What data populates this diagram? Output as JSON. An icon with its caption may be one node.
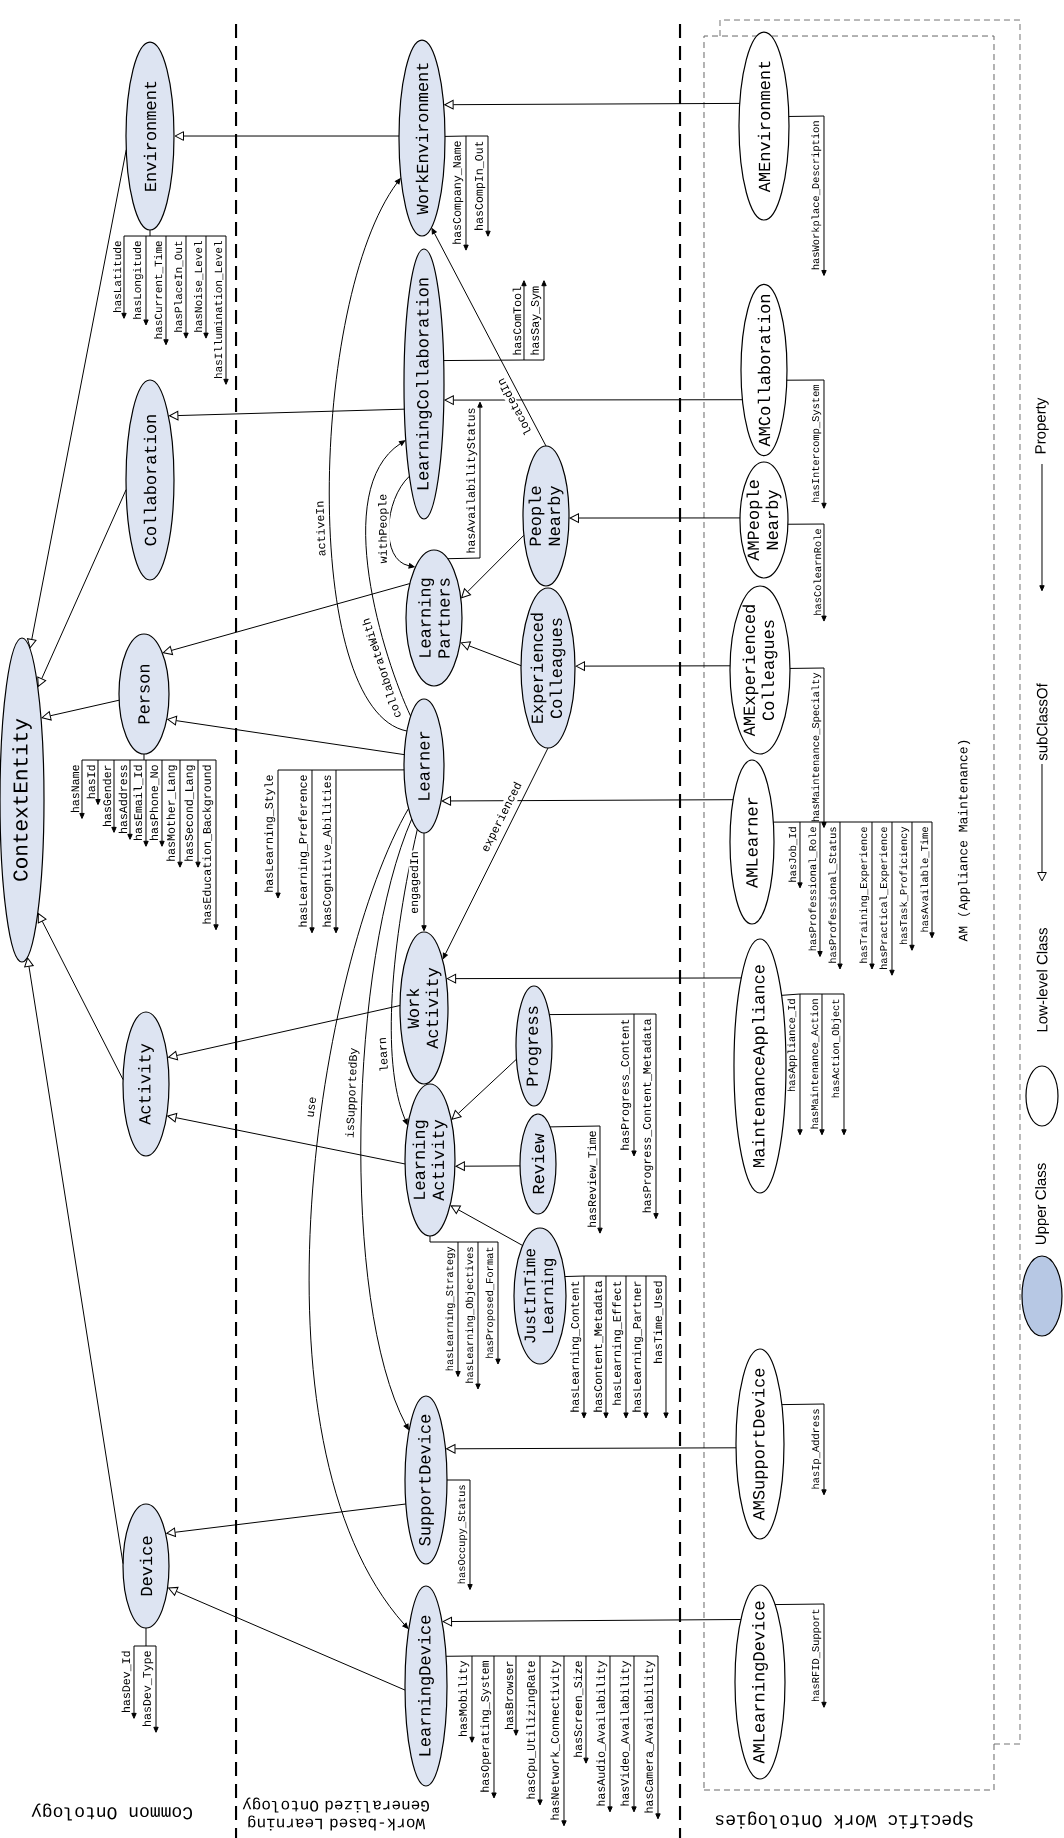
{
  "diagram": {
    "nodes": [
      {
        "text": [
          "ContextEntity"
        ]
      },
      {
        "text": [
          "Environment"
        ]
      },
      {
        "text": [
          "Collaboration"
        ]
      },
      {
        "text": [
          "Person"
        ]
      },
      {
        "text": [
          "Activity"
        ]
      },
      {
        "text": [
          "Device"
        ]
      },
      {
        "text": [
          "WorkEnvironment"
        ]
      },
      {
        "text": [
          "LearningCollaboration"
        ]
      },
      {
        "text": [
          "Learning Partners"
        ]
      },
      {
        "text": [
          "Learner"
        ]
      },
      {
        "text": [
          "People Nearby"
        ]
      },
      {
        "text": [
          "Experienced Colleagues"
        ]
      },
      {
        "text": [
          "Work Activity"
        ]
      },
      {
        "text": [
          "Learning Activity"
        ]
      },
      {
        "text": [
          "Progress"
        ]
      },
      {
        "text": [
          "Review"
        ]
      },
      {
        "text": [
          "JustInTime Learning"
        ]
      },
      {
        "text": [
          "SupportDevice"
        ]
      },
      {
        "text": [
          "LearningDevice"
        ]
      },
      {
        "text": [
          "AM (Appliance Maintenance)"
        ]
      },
      {
        "text": [
          "AMEnvironment"
        ],
        "in": 19
      },
      {
        "text": [
          "AMCollaboration"
        ],
        "in": 19
      },
      {
        "text": [
          "AMPeople Nearby"
        ],
        "in": 19
      },
      {
        "text": [
          "AMExperienced Colleagues"
        ],
        "in": 19
      },
      {
        "text": [
          "AMLearner"
        ],
        "in": 19
      },
      {
        "text": [
          "MaintenanceAppliance"
        ],
        "in": 19
      },
      {
        "text": [
          "AMSupportDevice"
        ],
        "in": 19
      },
      {
        "text": [
          "AMLearningDevice"
        ],
        "in": 19
      }
    ],
    "edges": [
      {
        "from": 1,
        "to": 0,
        "arrow": "to"
      },
      {
        "from": 2,
        "to": 0,
        "arrow": "to"
      },
      {
        "from": 3,
        "to": 0,
        "arrow": "to"
      },
      {
        "from": 4,
        "to": 0,
        "arrow": "to"
      },
      {
        "from": 5,
        "to": 0,
        "arrow": "to"
      },
      {
        "from": 6,
        "to": 1,
        "arrow": "to"
      },
      {
        "from": 7,
        "to": 2,
        "arrow": "to"
      },
      {
        "from": 8,
        "to": 3,
        "arrow": "to"
      },
      {
        "from": 9,
        "to": 3,
        "arrow": "to"
      },
      {
        "from": 12,
        "to": 4,
        "arrow": "to"
      },
      {
        "from": 13,
        "to": 4,
        "arrow": "to"
      },
      {
        "from": 17,
        "to": 5,
        "arrow": "to"
      },
      {
        "from": 18,
        "to": 5,
        "arrow": "to"
      },
      {
        "from": 10,
        "to": 8,
        "arrow": "to"
      },
      {
        "from": 11,
        "to": 8,
        "arrow": "to"
      },
      {
        "from": 14,
        "to": 13,
        "arrow": "to"
      },
      {
        "from": 15,
        "to": 13,
        "arrow": "to"
      },
      {
        "from": 16,
        "to": 13,
        "arrow": "to"
      },
      {
        "from": 20,
        "to": 6,
        "arrow": "to"
      },
      {
        "from": 21,
        "to": 7,
        "arrow": "to"
      },
      {
        "from": 22,
        "to": 10,
        "arrow": "to"
      },
      {
        "from": 23,
        "to": 11,
        "arrow": "to"
      },
      {
        "from": 24,
        "to": 9,
        "arrow": "to"
      },
      {
        "from": 25,
        "to": 12,
        "arrow": "to"
      },
      {
        "from": 26,
        "to": 17,
        "arrow": "to"
      },
      {
        "from": 27,
        "to": 18,
        "arrow": "to"
      },
      {
        "from": 9,
        "to": 6,
        "arrow": "to",
        "label": "activeIn"
      },
      {
        "from": 9,
        "to": 7,
        "arrow": "to",
        "label": "collaborateWith"
      },
      {
        "from": 7,
        "to": 8,
        "arrow": "to",
        "label": "withPeople"
      },
      {
        "from": 10,
        "to": 6,
        "arrow": "to",
        "label": "locatedIn"
      },
      {
        "from": 9,
        "to": 18,
        "arrow": "to",
        "label": "use"
      },
      {
        "from": 9,
        "to": 17,
        "arrow": "to",
        "label": "isSupportedBy"
      },
      {
        "from": 9,
        "to": 13,
        "arrow": "to",
        "label": "learn"
      },
      {
        "from": 9,
        "to": 12,
        "arrow": "to",
        "label": "engagedIn"
      },
      {
        "from": 11,
        "to": 12,
        "arrow": "to",
        "label": "experienced"
      },
      {
        "from": 1,
        "to": null,
        "arrow": "to",
        "label": "hasLatitude"
      },
      {
        "from": 1,
        "to": null,
        "arrow": "to",
        "label": "hasLongitude"
      },
      {
        "from": 1,
        "to": null,
        "arrow": "to",
        "label": "hasCurrent_Time"
      },
      {
        "from": 1,
        "to": null,
        "arrow": "to",
        "label": "hasPlaceIn_Out"
      },
      {
        "from": 1,
        "to": null,
        "arrow": "to",
        "label": "hasNoise_Level"
      },
      {
        "from": 1,
        "to": null,
        "arrow": "to",
        "label": "hasIllumination_Level"
      },
      {
        "from": 3,
        "to": null,
        "arrow": "to",
        "label": "hasName"
      },
      {
        "from": 3,
        "to": null,
        "arrow": "to",
        "label": "hasId"
      },
      {
        "from": 3,
        "to": null,
        "arrow": "to",
        "label": "hasGender"
      },
      {
        "from": 3,
        "to": null,
        "arrow": "to",
        "label": "hasAddress"
      },
      {
        "from": 3,
        "to": null,
        "arrow": "to",
        "label": "hasEmail_Id"
      },
      {
        "from": 3,
        "to": null,
        "arrow": "to",
        "label": "hasPhone_No"
      },
      {
        "from": 3,
        "to": null,
        "arrow": "to",
        "label": "hasMother_Lang"
      },
      {
        "from": 3,
        "to": null,
        "arrow": "to",
        "label": "hasSecond_Lang"
      },
      {
        "from": 3,
        "to": null,
        "arrow": "to",
        "label": "hasEducation_Background"
      },
      {
        "from": 5,
        "to": null,
        "arrow": "to",
        "label": "hasDev_Id"
      },
      {
        "from": 5,
        "to": null,
        "arrow": "to",
        "label": "hasDev_Type"
      },
      {
        "from": 6,
        "to": null,
        "arrow": "to",
        "label": "hasCompany_Name"
      },
      {
        "from": 6,
        "to": null,
        "arrow": "to",
        "label": "hasCompIn_Out"
      },
      {
        "from": 7,
        "to": null,
        "arrow": "to",
        "label": "hasComTool"
      },
      {
        "from": 7,
        "to": null,
        "arrow": "to",
        "label": "hasSay_Sym"
      },
      {
        "from": 8,
        "to": null,
        "arrow": "to",
        "label": "hasAvailabilityStatus"
      },
      {
        "from": 9,
        "to": null,
        "arrow": "to",
        "label": "hasLearning_Style"
      },
      {
        "from": 9,
        "to": null,
        "arrow": "to",
        "label": "hasLearning_Preference"
      },
      {
        "from": 9,
        "to": null,
        "arrow": "to",
        "label": "hasCognitive_Abilities"
      },
      {
        "from": 13,
        "to": null,
        "arrow": "to",
        "label": "hasLearning_Strategy"
      },
      {
        "from": 13,
        "to": null,
        "arrow": "to",
        "label": "hasLearning_Objectives"
      },
      {
        "from": 13,
        "to": null,
        "arrow": "to",
        "label": "hasProposed_Format"
      },
      {
        "from": 14,
        "to": null,
        "arrow": "to",
        "label": "hasProgress_Content"
      },
      {
        "from": 14,
        "to": null,
        "arrow": "to",
        "label": "hasProgress_Content_Metadata"
      },
      {
        "from": 15,
        "to": null,
        "arrow": "to",
        "label": "hasReview_Time"
      },
      {
        "from": 16,
        "to": null,
        "arrow": "to",
        "label": "hasLearning_Content"
      },
      {
        "from": 16,
        "to": null,
        "arrow": "to",
        "label": "hasContent_Metadata"
      },
      {
        "from": 16,
        "to": null,
        "arrow": "to",
        "label": "hasLearning_Effect"
      },
      {
        "from": 16,
        "to": null,
        "arrow": "to",
        "label": "hasLearning_Partner"
      },
      {
        "from": 16,
        "to": null,
        "arrow": "to",
        "label": "hasTime_Used"
      },
      {
        "from": 17,
        "to": null,
        "arrow": "to",
        "label": "hasOccupy_Status"
      },
      {
        "from": 18,
        "to": null,
        "arrow": "to",
        "label": "hasMobility"
      },
      {
        "from": 18,
        "to": null,
        "arrow": "to",
        "label": "hasOperating_System"
      },
      {
        "from": 18,
        "to": null,
        "arrow": "to",
        "label": "hasBrowser"
      },
      {
        "from": 18,
        "to": null,
        "arrow": "to",
        "label": "hasCpu_UtilizingRate"
      },
      {
        "from": 18,
        "to": null,
        "arrow": "to",
        "label": "hasNetwork_Connectivity"
      },
      {
        "from": 18,
        "to": null,
        "arrow": "to",
        "label": "hasScreen_Size"
      },
      {
        "from": 18,
        "to": null,
        "arrow": "to",
        "label": "hasAudio_Availability"
      },
      {
        "from": 18,
        "to": null,
        "arrow": "to",
        "label": "hasVideo_Availability"
      },
      {
        "from": 18,
        "to": null,
        "arrow": "to",
        "label": "hasCamera_Availability"
      },
      {
        "from": 20,
        "to": null,
        "arrow": "to",
        "label": "hasWorkplace_Description"
      },
      {
        "from": 21,
        "to": null,
        "arrow": "to",
        "label": "hasIntercomp_System"
      },
      {
        "from": 22,
        "to": null,
        "arrow": "to",
        "label": "hasColearnRole"
      },
      {
        "from": 23,
        "to": null,
        "arrow": "to",
        "label": "hasMaintenance_Specialty"
      },
      {
        "from": 24,
        "to": null,
        "arrow": "to",
        "label": "hasJob_Id"
      },
      {
        "from": 24,
        "to": null,
        "arrow": "to",
        "label": "hasProfessional_Role"
      },
      {
        "from": 24,
        "to": null,
        "arrow": "to",
        "label": "hasProfessional_Status"
      },
      {
        "from": 24,
        "to": null,
        "arrow": "to",
        "label": "hasTraining_Experience"
      },
      {
        "from": 24,
        "to": null,
        "arrow": "to",
        "label": "hasPractical_Experience"
      },
      {
        "from": 24,
        "to": null,
        "arrow": "to",
        "label": "hasTask_Proficiency"
      },
      {
        "from": 24,
        "to": null,
        "arrow": "to",
        "label": "hasAvailable_Time"
      },
      {
        "from": 25,
        "to": null,
        "arrow": "to",
        "label": "hasAppliance_Id"
      },
      {
        "from": 25,
        "to": null,
        "arrow": "to",
        "label": "hasMaintenance_Action"
      },
      {
        "from": 25,
        "to": null,
        "arrow": "to",
        "label": "hasAction_Object"
      },
      {
        "from": 26,
        "to": null,
        "arrow": "to",
        "label": "hasIp_Address"
      },
      {
        "from": 27,
        "to": null,
        "arrow": "to",
        "label": "hasRFID_Support"
      }
    ],
    "labels": [
      "Common Ontology",
      "Work-based Learning Generalized Ontology",
      "Specific Work Ontologies"
    ],
    "legend": [
      {
        "text": "Upper Class"
      },
      {
        "text": "Low-level Class"
      },
      {
        "text": "subClassOf"
      },
      {
        "text": "Property"
      }
    ]
  }
}
